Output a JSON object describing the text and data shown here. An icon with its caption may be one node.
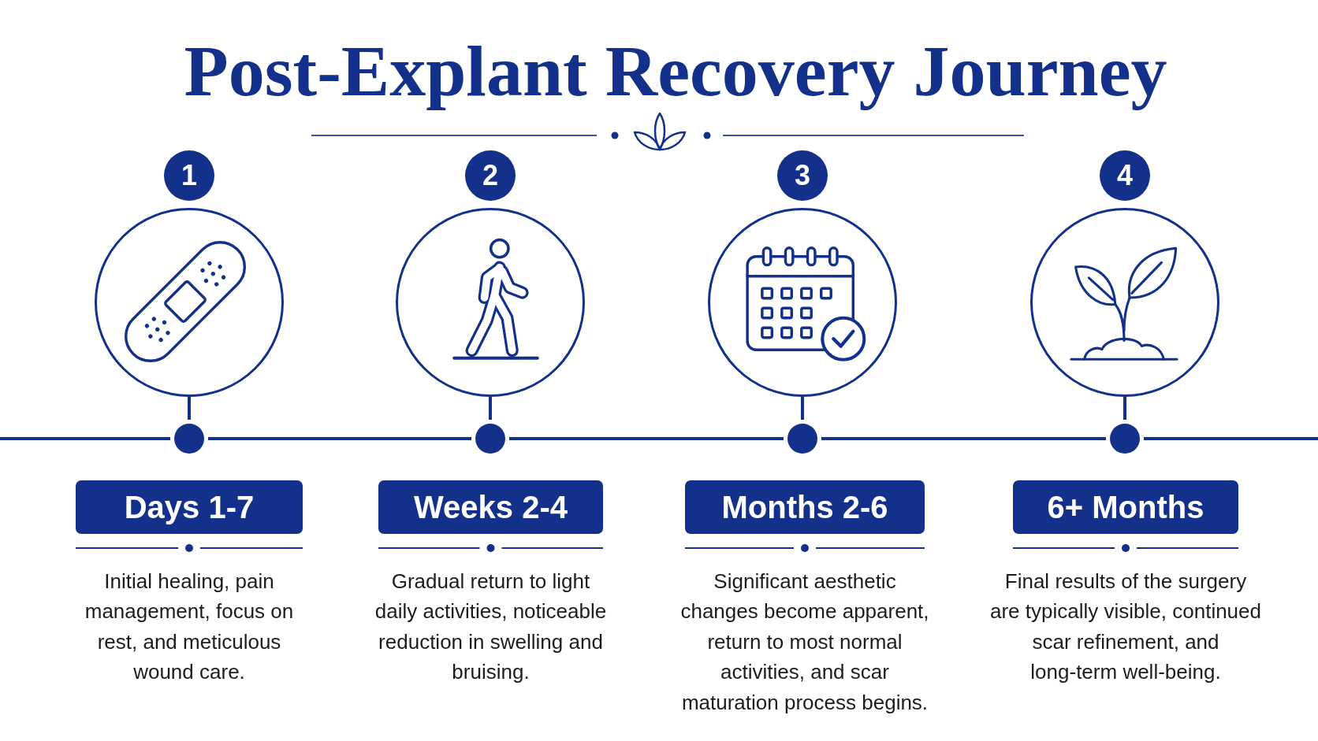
{
  "diagram": {
    "title": "Post-Explant Recovery Journey",
    "nodes": [
      {
        "text": [
          "1"
        ]
      },
      {
        "text": [],
        "shape": "circle"
      },
      {
        "text": [],
        "shape": "circle"
      },
      {
        "text": [
          "Days 1-7"
        ],
        "beside": [
          "Initial healing, pain management, focus on rest, and meticulous wound care."
        ]
      },
      {
        "text": [
          "2"
        ]
      },
      {
        "text": [],
        "shape": "circle"
      },
      {
        "text": [],
        "shape": "circle"
      },
      {
        "text": [
          "Weeks 2-4"
        ],
        "beside": [
          "Gradual return to light daily activities, noticeable reduction in swelling and bruising."
        ]
      },
      {
        "text": [
          "3"
        ]
      },
      {
        "text": [],
        "shape": "circle"
      },
      {
        "text": [],
        "shape": "circle"
      },
      {
        "text": [
          "Months 2-6"
        ],
        "beside": [
          "Significant aesthetic changes become apparent, return to most normal activities, and scar maturation process begins."
        ]
      },
      {
        "text": [
          "4"
        ]
      },
      {
        "text": [],
        "shape": "circle"
      },
      {
        "text": [],
        "shape": "circle"
      },
      {
        "text": [
          "6+ Months"
        ],
        "beside": [
          "Final results of the surgery are typically visible, continued scar refinement, and long-term well-being."
        ]
      }
    ],
    "edges": [
      {
        "from": null,
        "to": 2,
        "arrow": "none"
      },
      {
        "from": 1,
        "to": 2,
        "arrow": "none"
      },
      {
        "from": 2,
        "to": 6,
        "arrow": "none"
      },
      {
        "from": 5,
        "to": 6,
        "arrow": "none"
      },
      {
        "from": 6,
        "to": 10,
        "arrow": "none"
      },
      {
        "from": 9,
        "to": 10,
        "arrow": "none"
      },
      {
        "from": 10,
        "to": 14,
        "arrow": "none"
      },
      {
        "from": 13,
        "to": 14,
        "arrow": "none"
      },
      {
        "from": 14,
        "to": null,
        "arrow": "none"
      }
    ]
  }
}
